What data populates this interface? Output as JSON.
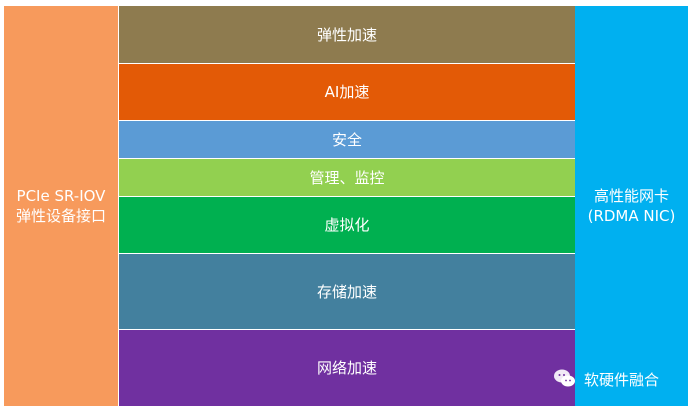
{
  "left": {
    "lines": [
      "PCIe SR-IOV",
      "弹性设备接口"
    ]
  },
  "layers": [
    {
      "label": "弹性加速"
    },
    {
      "label": "AI加速"
    },
    {
      "label": "安全"
    },
    {
      "label": "管理、监控"
    },
    {
      "label": "虚拟化"
    },
    {
      "label": "存储加速"
    },
    {
      "label": "网络加速"
    }
  ],
  "right": {
    "lines": [
      "高性能网卡",
      "(RDMA NIC)"
    ]
  },
  "watermark": {
    "text": "软硬件融合",
    "icon": "wechat-icon"
  },
  "colors": {
    "left": "#F79A5C",
    "right": "#00B0F0",
    "elastic": "#8E7B4F",
    "ai": "#E35A06",
    "security": "#5B9BD5",
    "management": "#92D050",
    "virtualization": "#00B050",
    "storage": "#43809E",
    "network": "#7030A0"
  }
}
